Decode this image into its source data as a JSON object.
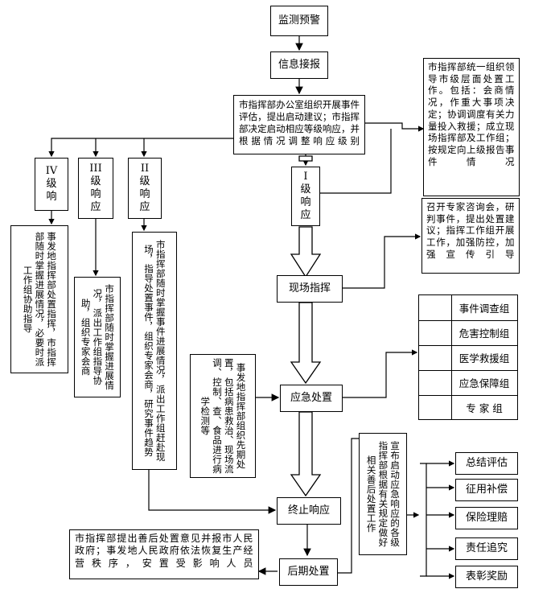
{
  "nodes": {
    "monitor": "监测预警",
    "report": "信息接报",
    "assess": "市指挥部办公室组织开展事件评估，提出启动建议；市指挥部决定启动相应等级响应，并根据情况调整响应级别",
    "level1": [
      "I",
      "级",
      "响",
      "应"
    ],
    "level2": [
      "II",
      "级",
      "响",
      "应"
    ],
    "level3": [
      "III",
      "级",
      "响",
      "应"
    ],
    "level4": [
      "IV",
      "级",
      "响"
    ],
    "site": "现场指挥",
    "emergency": "应急处置",
    "terminate": "终止响应",
    "after": "后期处置"
  },
  "notes": {
    "level1_desc": "市指挥部统一组织领导市级层面处置工作。包括：会商情况，作重大事项决定；协调调度有关力量投入救援；成立现场指挥部及工作组；按规定向上级报告事件情况",
    "expert_desc": "召开专家咨询会，研判事件，提出处置建议；指挥工作组开展工作，加强防控，加强宣传引导",
    "level4_desc": "事发地指挥部处置指挥，市指挥部随时掌握进展情况，必要时派工作组协助指导",
    "level3_desc": "市指挥部随时掌握进展情况，派出工作组指导协助，组织专家会商",
    "level2_desc": "市指挥部随时掌握事件进展情况，派出工作组赶赴现场，指导处置事件，组织专家会商，研究事件趋势",
    "local_desc": "事发地指挥部组织先期处置，包括病患救治、现场流调、控制、查、食品进行病学检测等",
    "after_desc": "宣布启动应急响应的各级指挥部根据有关规定做好相关善后处置工作",
    "gov_desc": "市指挥部提出善后处置意见并报市人民政府；事发地人民政府依法恢复生产经营秩序，安置受影响人员"
  },
  "groups": [
    "事件调查组",
    "危害控制组",
    "医学救援组",
    "应急保障组",
    "专 家 组"
  ],
  "after_items": [
    "总结评估",
    "征用补偿",
    "保险理赔",
    "责任追究",
    "表彰奖励"
  ]
}
